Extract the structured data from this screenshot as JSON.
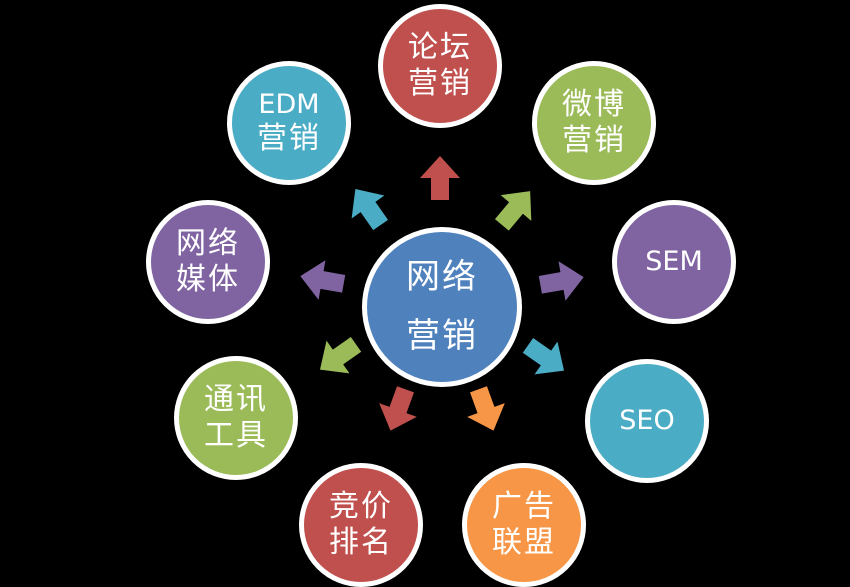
{
  "colors": {
    "background": "#000000",
    "border": "#ffffff",
    "blue": "#4f81bd",
    "red": "#c0504d",
    "green": "#9bbb59",
    "purple": "#8064a2",
    "cyan": "#4bacc6",
    "orange": "#f79646"
  },
  "center": {
    "lines": [
      "网络",
      "营销"
    ],
    "color": "#4f81bd"
  },
  "nodes": [
    {
      "id": "forum",
      "lines": [
        "论坛",
        "营销"
      ],
      "color": "#c0504d"
    },
    {
      "id": "weibo",
      "lines": [
        "微博",
        "营销"
      ],
      "color": "#9bbb59"
    },
    {
      "id": "sem",
      "lines": [
        "SEM"
      ],
      "color": "#8064a2"
    },
    {
      "id": "seo",
      "lines": [
        "SEO"
      ],
      "color": "#4bacc6"
    },
    {
      "id": "ad-union",
      "lines": [
        "广告",
        "联盟"
      ],
      "color": "#f79646"
    },
    {
      "id": "bidding",
      "lines": [
        "竞价",
        "排名"
      ],
      "color": "#c0504d"
    },
    {
      "id": "im-tools",
      "lines": [
        "通讯",
        "工具"
      ],
      "color": "#9bbb59"
    },
    {
      "id": "web-media",
      "lines": [
        "网络",
        "媒体"
      ],
      "color": "#8064a2"
    },
    {
      "id": "edm",
      "lines": [
        "EDM",
        "营销"
      ],
      "color": "#4bacc6"
    }
  ],
  "arrows": [
    {
      "target": "forum",
      "color": "#c0504d"
    },
    {
      "target": "weibo",
      "color": "#9bbb59"
    },
    {
      "target": "sem",
      "color": "#8064a2"
    },
    {
      "target": "seo",
      "color": "#4bacc6"
    },
    {
      "target": "ad-union",
      "color": "#f79646"
    },
    {
      "target": "bidding",
      "color": "#c0504d"
    },
    {
      "target": "im-tools",
      "color": "#9bbb59"
    },
    {
      "target": "web-media",
      "color": "#8064a2"
    },
    {
      "target": "edm",
      "color": "#4bacc6"
    }
  ]
}
